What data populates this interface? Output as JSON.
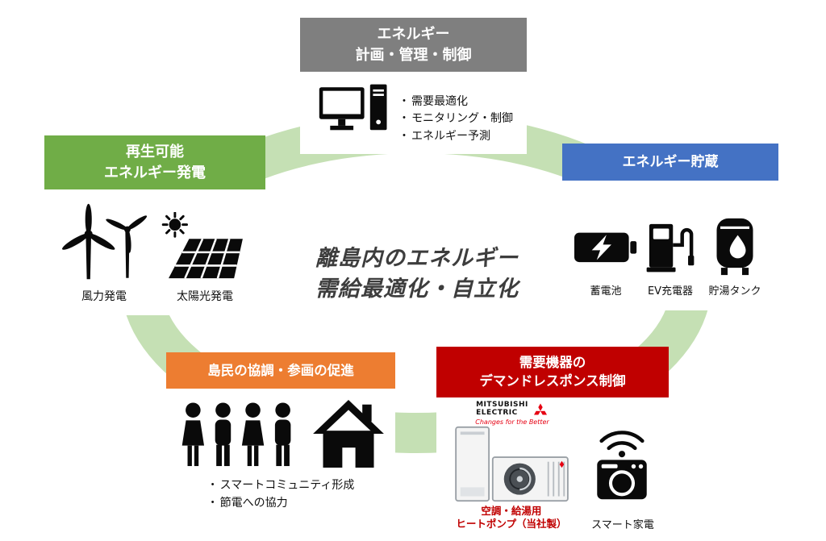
{
  "diagram": {
    "center_title": {
      "line1": "離島内のエネルギー",
      "line2": "需給最適化・自立化"
    },
    "planning": {
      "title_line1": "エネルギー",
      "title_line2": "計画・管理・制御",
      "bullets": [
        "需要最適化",
        "モニタリング・制御",
        "エネルギー予測"
      ],
      "header_color": "#7f7f7f",
      "icon": "desktop-computer-icon"
    },
    "renewable": {
      "title_line1": "再生可能",
      "title_line2": "エネルギー発電",
      "items": [
        {
          "label": "風力発電",
          "icon": "wind-turbine-icon"
        },
        {
          "label": "太陽光発電",
          "icon": "solar-panel-icon"
        }
      ],
      "header_color": "#70ad47"
    },
    "storage": {
      "title": "エネルギー貯蔵",
      "items": [
        {
          "label": "蓄電池",
          "icon": "battery-icon"
        },
        {
          "label": "EV充電器",
          "icon": "ev-charger-icon"
        },
        {
          "label": "貯湯タンク",
          "icon": "hot-water-tank-icon"
        }
      ],
      "header_color": "#4472c4"
    },
    "community": {
      "title": "島民の協調・参画の促進",
      "bullets": [
        "スマートコミュニティ形成",
        "節電への協力"
      ],
      "header_color": "#ed7d31",
      "icons": [
        "people-group-icon",
        "house-icon"
      ]
    },
    "demand_response": {
      "title_line1": "需要機器の",
      "title_line2": "デマンドレスポンス制御",
      "brand": {
        "name_line1": "MITSUBISHI",
        "name_line2": "ELECTRIC",
        "tagline": "Changes for the Better",
        "logo_color": "#e60012"
      },
      "heat_pump_label_line1": "空調・給湯用",
      "heat_pump_label_line2": "ヒートポンプ（当社製）",
      "appliance_label": "スマート家電",
      "header_color": "#c00000",
      "label_color": "#c00000",
      "icons": [
        "heat-pump-photo",
        "smart-washer-icon"
      ]
    },
    "ring_color": "#c5e0b4"
  }
}
